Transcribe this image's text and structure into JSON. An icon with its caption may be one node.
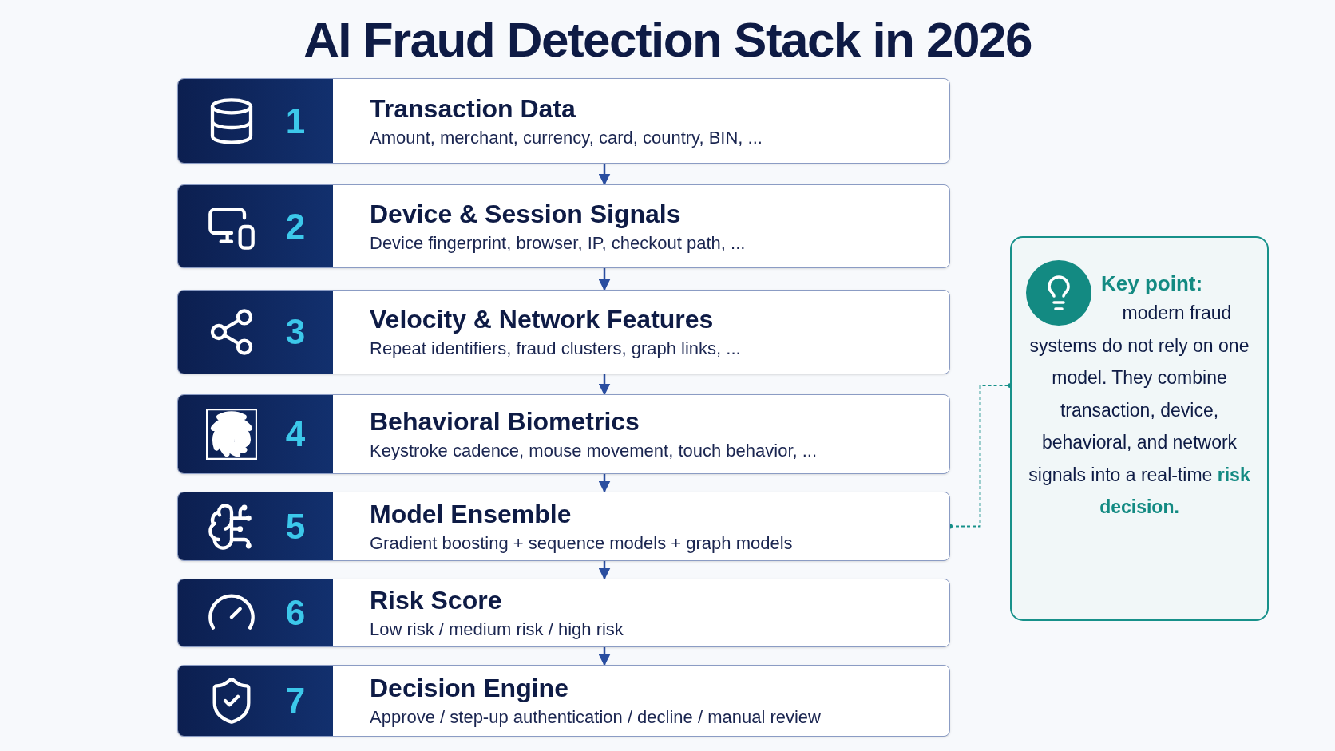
{
  "diagram": {
    "title": "AI Fraud Detection Stack in 2026",
    "nodes": [
      {
        "text": [
          "1",
          "Transaction Data",
          "Amount, merchant, currency, card, country, BIN, ..."
        ]
      },
      {
        "text": [
          "2",
          "Device & Session Signals",
          "Device fingerprint, browser, IP, checkout path, ..."
        ]
      },
      {
        "text": [
          "3",
          "Velocity & Network Features",
          "Repeat identifiers, fraud clusters, graph links, ..."
        ]
      },
      {
        "text": [
          "4",
          "Behavioral Biometrics",
          "Keystroke cadence, mouse movement, touch behavior, ..."
        ]
      },
      {
        "text": [
          "5",
          "Model Ensemble",
          "Gradient boosting + sequence models + graph models"
        ]
      },
      {
        "text": [
          "6",
          "Risk Score",
          "Low risk / medium risk / high risk"
        ]
      },
      {
        "text": [
          "7",
          "Decision Engine",
          "Approve / step-up authentication / decline / manual review"
        ]
      },
      {
        "text": [
          "Key point:",
          "modern fraud systems do not rely on one model. They combine transaction, device, behavioral, and network signals into a real-time **risk decision.**"
        ]
      }
    ],
    "edges": [
      {
        "from": 0,
        "to": 1,
        "arrow": "to"
      },
      {
        "from": 1,
        "to": 2,
        "arrow": "to"
      },
      {
        "from": 2,
        "to": 3,
        "arrow": "to"
      },
      {
        "from": 3,
        "to": 4,
        "arrow": "to"
      },
      {
        "from": 4,
        "to": 5,
        "arrow": "to"
      },
      {
        "from": 5,
        "to": 6,
        "arrow": "to"
      },
      {
        "from": 4,
        "to": 7,
        "arrow": "other",
        "style": "dashed",
        "color": "#17918a"
      }
    ]
  }
}
